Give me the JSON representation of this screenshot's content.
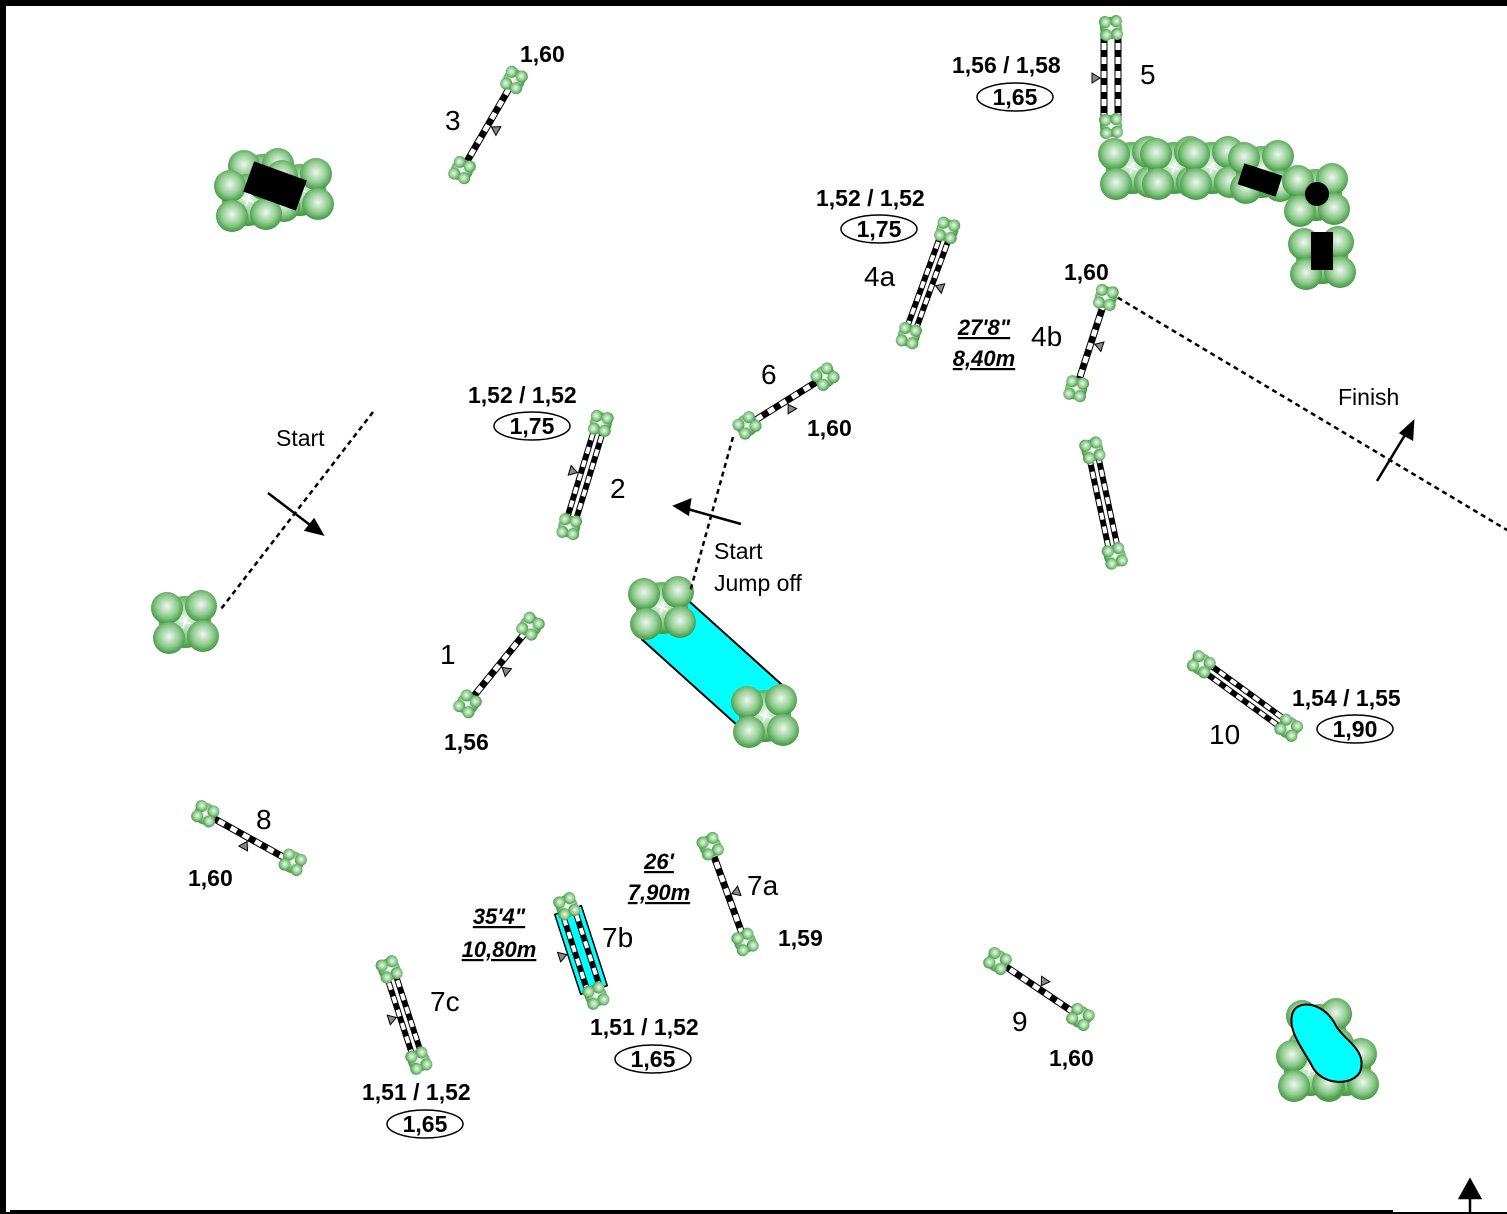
{
  "colors": {
    "tree_dark": "#2e8b2e",
    "tree_light": "#d9eed9",
    "water": "#00ffff",
    "line": "#000000",
    "frame": "#000000"
  },
  "jumps": [
    {
      "number": "1",
      "height": "1,56",
      "width": ""
    },
    {
      "number": "2",
      "height": "1,52 / 1,52",
      "width": "1,75"
    },
    {
      "number": "3",
      "height": "1,60",
      "width": ""
    },
    {
      "number": "4a",
      "height": "1,52 / 1,52",
      "width": "1,75"
    },
    {
      "number": "4b",
      "height": "1,60",
      "width": ""
    },
    {
      "number": "5",
      "height": "1,56 / 1,58",
      "width": "1,65"
    },
    {
      "number": "6",
      "height": "1,60",
      "width": ""
    },
    {
      "number": "7a",
      "height": "1,59",
      "width": ""
    },
    {
      "number": "7b",
      "height": "1,51 / 1,52",
      "width": "1,65"
    },
    {
      "number": "7c",
      "height": "1,51 / 1,52",
      "width": "1,65"
    },
    {
      "number": "8",
      "height": "1,60",
      "width": ""
    },
    {
      "number": "9",
      "height": "1,60",
      "width": ""
    },
    {
      "number": "10",
      "height": "1,54 / 1,55",
      "width": "1,90"
    }
  ],
  "distances": [
    {
      "feet": "27'8\"",
      "meters": "8,40m"
    },
    {
      "feet": "26'",
      "meters": "7,90m"
    },
    {
      "feet": "35'4\"",
      "meters": "10,80m"
    }
  ],
  "markers": {
    "start": "Start",
    "jumpoff_line1": "Start",
    "jumpoff_line2": "Jump off",
    "finish": "Finish"
  },
  "icons": [
    "tree-icon",
    "water-pond-icon",
    "north-arrow-icon",
    "direction-arrow-icon"
  ]
}
